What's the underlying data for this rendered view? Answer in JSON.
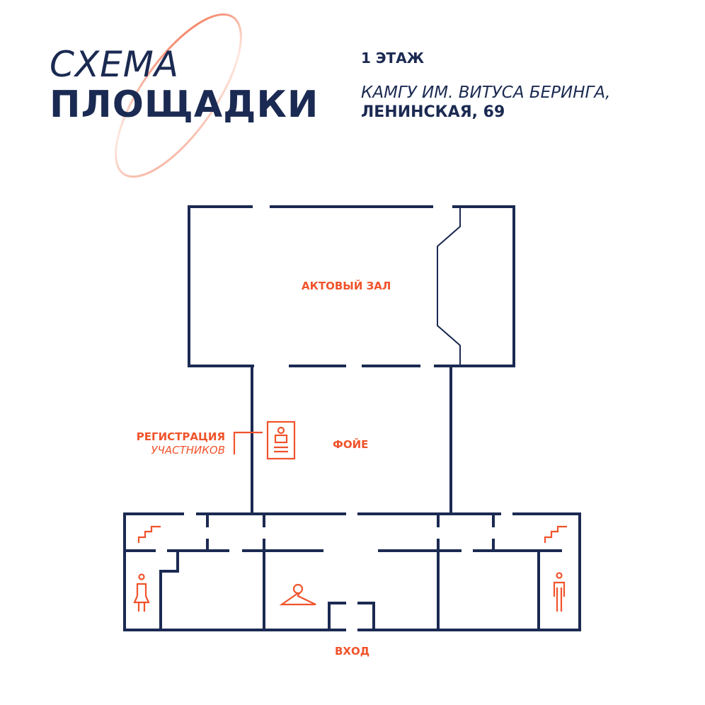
{
  "header": {
    "title_line1": "СХЕМА",
    "title_line2": "ПЛОЩАДКИ",
    "floor": "1 ЭТАЖ",
    "venue": "КАМГУ ИМ. ВИТУСА БЕРИНГА,",
    "address": "ЛЕНИНСКАЯ, 69"
  },
  "rooms": {
    "assembly_hall": "АКТОВЫЙ ЗАЛ",
    "foyer": "ФОЙЕ",
    "registration_line1": "РЕГИСТРАЦИЯ",
    "registration_line2": "УЧАСТНИКОВ",
    "entrance": "ВХОД"
  },
  "colors": {
    "navy": "#1b2a52",
    "accent": "#f0532b"
  }
}
